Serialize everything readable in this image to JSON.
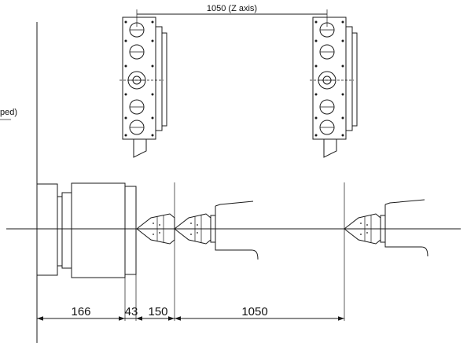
{
  "diagram": {
    "top_dimension_label": "1050 (Z axis)",
    "left_cut_label": "ped)",
    "bottom_dimensions": [
      "166",
      "43",
      "150",
      "1050"
    ]
  }
}
